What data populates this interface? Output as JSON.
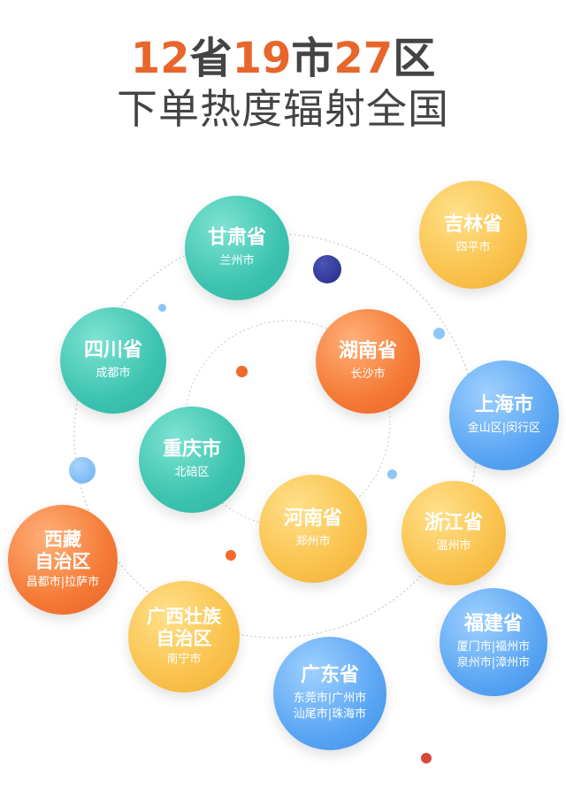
{
  "title": {
    "line1": [
      {
        "text": "12",
        "accent": true
      },
      {
        "text": "省",
        "accent": false
      },
      {
        "text": "19",
        "accent": true
      },
      {
        "text": "市",
        "accent": false
      },
      {
        "text": "27",
        "accent": true
      },
      {
        "text": "区",
        "accent": false
      }
    ],
    "line2": "下单热度辐射全国"
  },
  "colors": {
    "accent": "#e8652b",
    "text": "#444444",
    "teal": "#3cc3b0",
    "orange": "#f47a35",
    "yellow": "#f9c24c",
    "blue": "#5aa6f3",
    "navy": "#2c3590"
  },
  "regions": [
    {
      "name": "甘肃省",
      "cities": [
        "兰州市"
      ],
      "color": "teal"
    },
    {
      "name": "吉林省",
      "cities": [
        "四平市"
      ],
      "color": "yellow"
    },
    {
      "name": "四川省",
      "cities": [
        "成都市"
      ],
      "color": "teal"
    },
    {
      "name": "湖南省",
      "cities": [
        "长沙市"
      ],
      "color": "orange"
    },
    {
      "name": "上海市",
      "cities": [
        "金山区|闵行区"
      ],
      "color": "blue"
    },
    {
      "name": "重庆市",
      "cities": [
        "北碚区"
      ],
      "color": "teal"
    },
    {
      "name": "河南省",
      "cities": [
        "郑州市"
      ],
      "color": "yellow"
    },
    {
      "name": "浙江省",
      "cities": [
        "温州市"
      ],
      "color": "yellow"
    },
    {
      "name": "西藏自治区",
      "name_lines": [
        "西藏",
        "自治区"
      ],
      "cities": [
        "昌都市|拉萨市"
      ],
      "color": "orange"
    },
    {
      "name": "广西壮族自治区",
      "name_lines": [
        "广西壮族",
        "自治区"
      ],
      "cities": [
        "南宁市"
      ],
      "color": "yellow"
    },
    {
      "name": "福建省",
      "cities": [
        "厦门市|福州市",
        "泉州市|漳州市"
      ],
      "color": "blue"
    },
    {
      "name": "广东省",
      "cities": [
        "东莞市|广州市",
        "汕尾市|珠海市"
      ],
      "color": "blue"
    }
  ]
}
